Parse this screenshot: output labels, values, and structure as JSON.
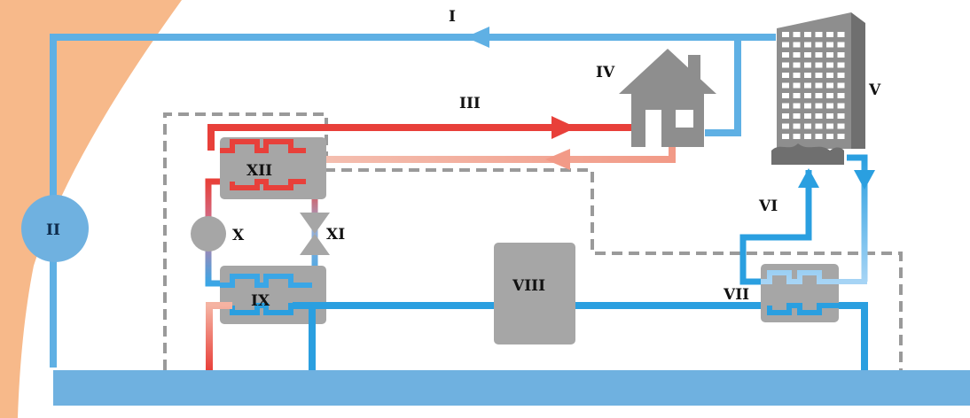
{
  "labels": {
    "I": "I",
    "II": "II",
    "III": "III",
    "IV": "IV",
    "V": "V",
    "VI": "VI",
    "VII": "VII",
    "VIII": "VIII",
    "IX": "IX",
    "X": "X",
    "XI": "XI",
    "XII": "XII"
  },
  "colors": {
    "ground": "#f7b98a",
    "water": "#6fb1e0",
    "pipe_cold": "#58aee3",
    "pipe_deep_blue": "#2a9fe0",
    "pipe_hot": "#e8403a",
    "pipe_warm": "#f29a87",
    "component_gray": "#a6a6a6",
    "building_gray": "#8e8e8e",
    "boundary_dash": "#9a9a9a"
  }
}
